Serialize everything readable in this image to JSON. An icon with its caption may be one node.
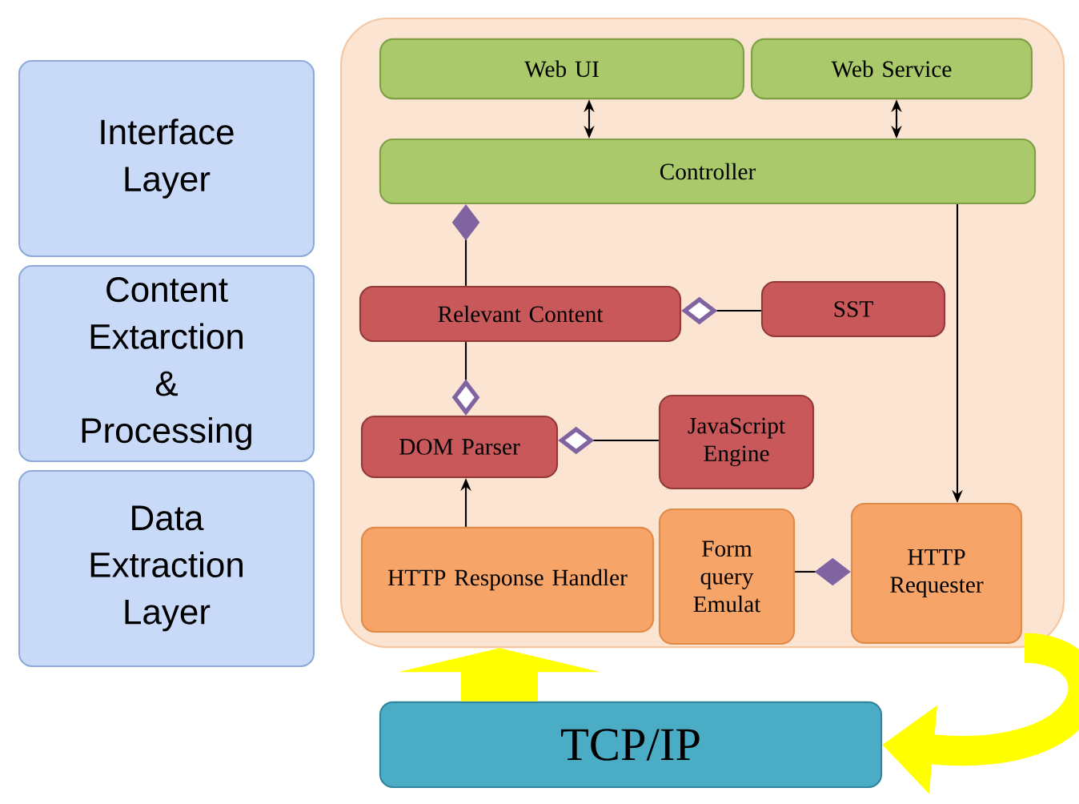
{
  "diagram": {
    "nodes": [
      {
        "text": [
          "Interface Layer"
        ]
      },
      {
        "text": [
          "Content Extarction & Processing"
        ]
      },
      {
        "text": [
          "Data Extraction Layer"
        ]
      },
      {
        "text": [],
        "shape": "box"
      },
      {
        "text": [
          "Web UI"
        ],
        "in": 3
      },
      {
        "text": [
          "Web Service"
        ],
        "in": 3
      },
      {
        "text": [
          "Controller"
        ],
        "in": 3
      },
      {
        "text": [
          "Relevant Content"
        ],
        "in": 3
      },
      {
        "text": [
          "SST"
        ],
        "in": 3
      },
      {
        "text": [
          "DOM Parser"
        ],
        "in": 3
      },
      {
        "text": [
          "JavaScript Engine"
        ],
        "in": 3
      },
      {
        "text": [
          "HTTP Response Handler"
        ],
        "in": 3
      },
      {
        "text": [
          "Form query Emulat"
        ],
        "in": 3
      },
      {
        "text": [
          "HTTP Requester"
        ],
        "in": 3
      },
      {
        "text": [
          "TCP/IP"
        ]
      }
    ],
    "edges": [
      {
        "from": 4,
        "to": 6,
        "arrow": "both"
      },
      {
        "from": 5,
        "to": 6,
        "arrow": "both"
      },
      {
        "from": 6,
        "to": 13,
        "arrow": "to"
      },
      {
        "from": 7,
        "to": 6,
        "arrow": "other"
      },
      {
        "from": 8,
        "to": 7,
        "arrow": "other"
      },
      {
        "from": 7,
        "to": 9,
        "arrow": "other"
      },
      {
        "from": 10,
        "to": 9,
        "arrow": "other"
      },
      {
        "from": 11,
        "to": 9,
        "arrow": "to"
      },
      {
        "from": 12,
        "to": 13,
        "arrow": "other"
      },
      {
        "from": 14,
        "to": 3,
        "arrow": "to",
        "style": "thick",
        "color": "#ffff00"
      },
      {
        "from": 3,
        "to": 14,
        "arrow": "to",
        "style": "thick",
        "color": "#ffff00"
      }
    ]
  }
}
